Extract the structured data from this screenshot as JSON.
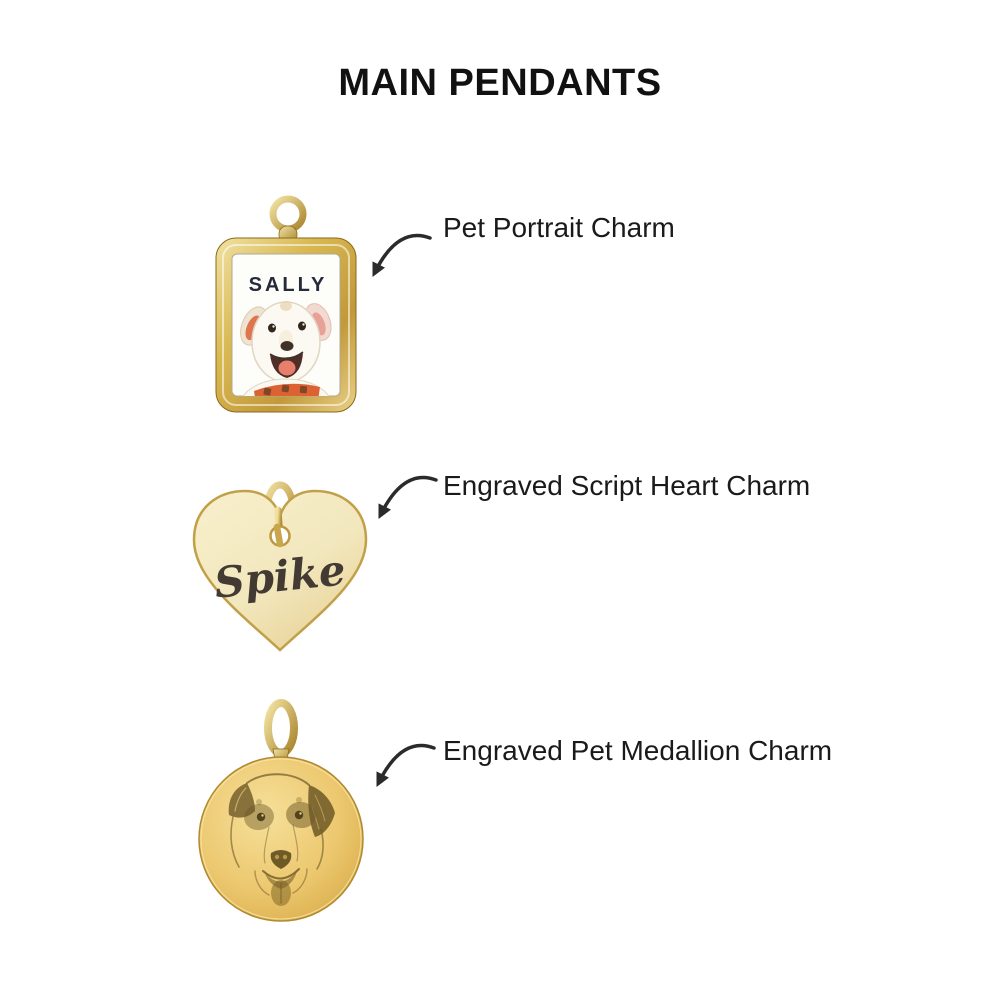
{
  "title": "MAIN PENDANTS",
  "charms": [
    {
      "id": "pet-portrait",
      "label": "Pet Portrait Charm",
      "engraving": "SALLY"
    },
    {
      "id": "script-heart",
      "label": "Engraved Script Heart Charm",
      "engraving": "Spike"
    },
    {
      "id": "pet-medallion",
      "label": "Engraved Pet Medallion Charm"
    }
  ],
  "colors": {
    "background": "#ffffff",
    "title_text": "#111111",
    "label_text": "#1a1a1a",
    "arrow": "#2b2b2b",
    "gold": "#d5b054",
    "gold_light": "#f6ecc0",
    "gold_dark": "#9c7b24",
    "heart_fill": "#f2e7bd",
    "heart_engraving": "#433b33",
    "portrait_background": "#fdfdfa",
    "portrait_name_text": "#262a3a",
    "collar_orange": "#dd6233",
    "medallion_gold": "#ecc76e",
    "medallion_engraving": "#6d5826"
  }
}
